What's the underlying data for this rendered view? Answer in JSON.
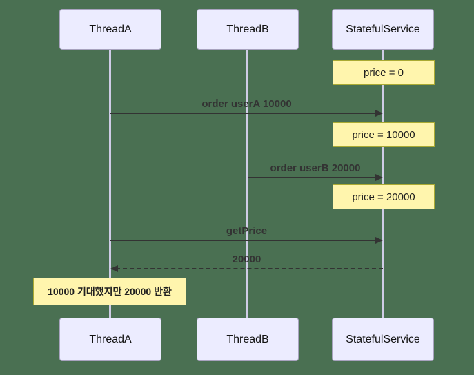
{
  "diagram": {
    "type": "sequence-diagram",
    "background_color": "#4A7052"
  },
  "colors": {
    "bg": "#4A7052",
    "actor_fill": "#ECECFF",
    "actor_border": "#A8A3BF",
    "lifeline": "#CFCCE6",
    "note_fill": "#FFF5AD",
    "note_border": "#AAAA33",
    "arrow": "#333333",
    "text": "#333333"
  },
  "actors": [
    {
      "id": "ThreadA",
      "label": "ThreadA"
    },
    {
      "id": "ThreadB",
      "label": "ThreadB"
    },
    {
      "id": "StatefulService",
      "label": "StatefulService"
    }
  ],
  "messages": [
    {
      "label": "order userA 10000",
      "from": "ThreadA",
      "to": "StatefulService",
      "line": "solid",
      "direction": "right"
    },
    {
      "label": "order userB 20000",
      "from": "ThreadB",
      "to": "StatefulService",
      "line": "solid",
      "direction": "right"
    },
    {
      "label": "getPrice",
      "from": "ThreadA",
      "to": "StatefulService",
      "line": "solid",
      "direction": "right"
    },
    {
      "label": "20000",
      "from": "StatefulService",
      "to": "ThreadA",
      "line": "dashed",
      "direction": "left"
    }
  ],
  "notes": [
    {
      "label": "price = 0",
      "over": "StatefulService"
    },
    {
      "label": "price = 10000",
      "over": "StatefulService"
    },
    {
      "label": "price = 20000",
      "over": "StatefulService"
    },
    {
      "label": "10000 기대했지만 20000 반환",
      "over": "ThreadA"
    }
  ]
}
